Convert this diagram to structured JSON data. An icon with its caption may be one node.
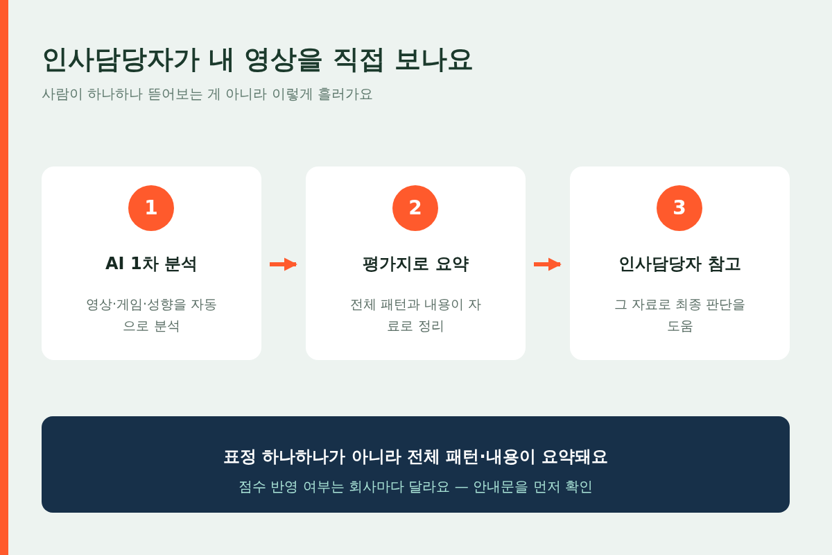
{
  "diagram": {
    "title": "인사담당자가 내 영상을 직접 보나요",
    "caption": "사람이 하나하나 뜯어보는 게 아니라 이렇게 흘러가요",
    "nodes": [
      {
        "text": [
          "1",
          "AI 1차 분석",
          "영상·게임·성향을 자동으로 분석"
        ]
      },
      {
        "text": [
          "2",
          "평가지로 요약",
          "전체 패턴과 내용이 자료로 정리"
        ]
      },
      {
        "text": [
          "3",
          "인사담당자 참고",
          "그 자료로 최종 판단을 도움"
        ]
      },
      {
        "text": [
          "표정 하나하나가 아니라 전체 패턴·내용이 요약돼요",
          "점수 반영 여부는 회사마다 달라요 — 안내문을 먼저 확인"
        ]
      }
    ],
    "edges": [
      {
        "from": 0,
        "to": 1,
        "arrow": "to",
        "color": "#ff5a2c"
      },
      {
        "from": 1,
        "to": 2,
        "arrow": "to",
        "color": "#ff5a2c"
      }
    ]
  }
}
